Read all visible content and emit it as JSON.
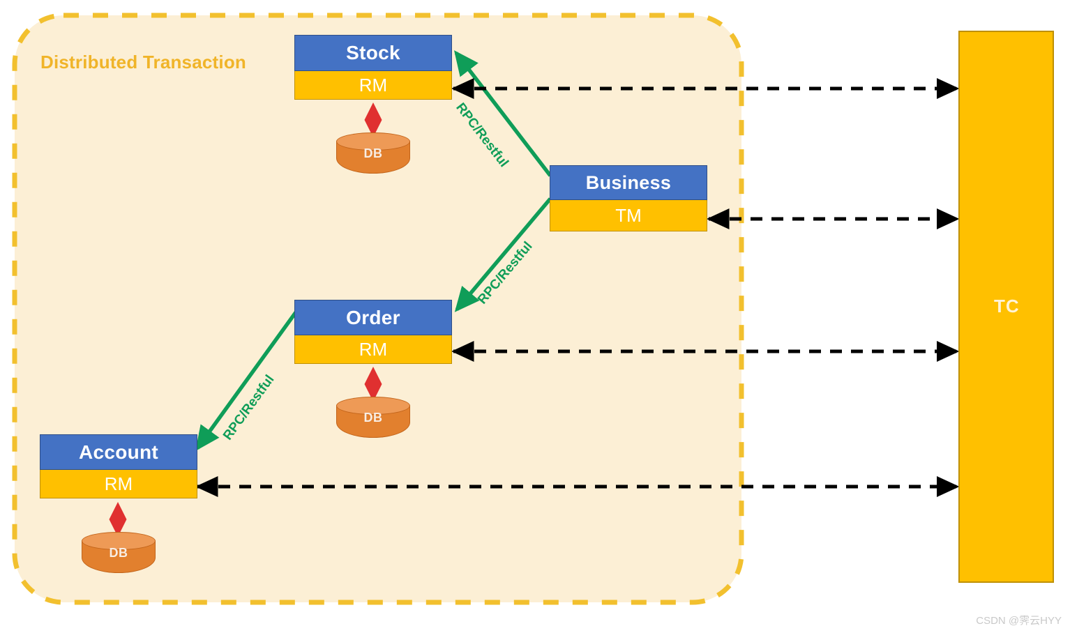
{
  "diagram": {
    "region": {
      "title": "Distributed Transaction",
      "border_color": "#F2C02E",
      "fill_color": "#FCEFD5"
    },
    "colors": {
      "service_header": "#4472C4",
      "service_body": "#FFC000",
      "db": "#E2802E",
      "rpc_arrow": "#0F9D58",
      "tc_arrow": "#000000",
      "db_arrow": "#E03030",
      "accent": "#F2C02E"
    },
    "services": [
      {
        "id": "stock",
        "name": "Stock",
        "role": "RM",
        "db_label": "DB",
        "has_db": true
      },
      {
        "id": "business",
        "name": "Business",
        "role": "TM",
        "db_label": "",
        "has_db": false
      },
      {
        "id": "order",
        "name": "Order",
        "role": "RM",
        "db_label": "DB",
        "has_db": true
      },
      {
        "id": "account",
        "name": "Account",
        "role": "RM",
        "db_label": "DB",
        "has_db": true
      }
    ],
    "coordinator": {
      "label": "TC"
    },
    "rpc_links": [
      {
        "label": "RPC/Restful",
        "from": "business",
        "to": "stock"
      },
      {
        "label": "RPC/Restful",
        "from": "business",
        "to": "order"
      },
      {
        "label": "RPC/Restful",
        "from": "order",
        "to": "account"
      }
    ],
    "tc_links": [
      {
        "from": "stock",
        "to": "coordinator"
      },
      {
        "from": "business",
        "to": "coordinator"
      },
      {
        "from": "order",
        "to": "coordinator"
      },
      {
        "from": "account",
        "to": "coordinator"
      }
    ]
  },
  "watermark": {
    "text": "CSDN @霁云HYY"
  }
}
